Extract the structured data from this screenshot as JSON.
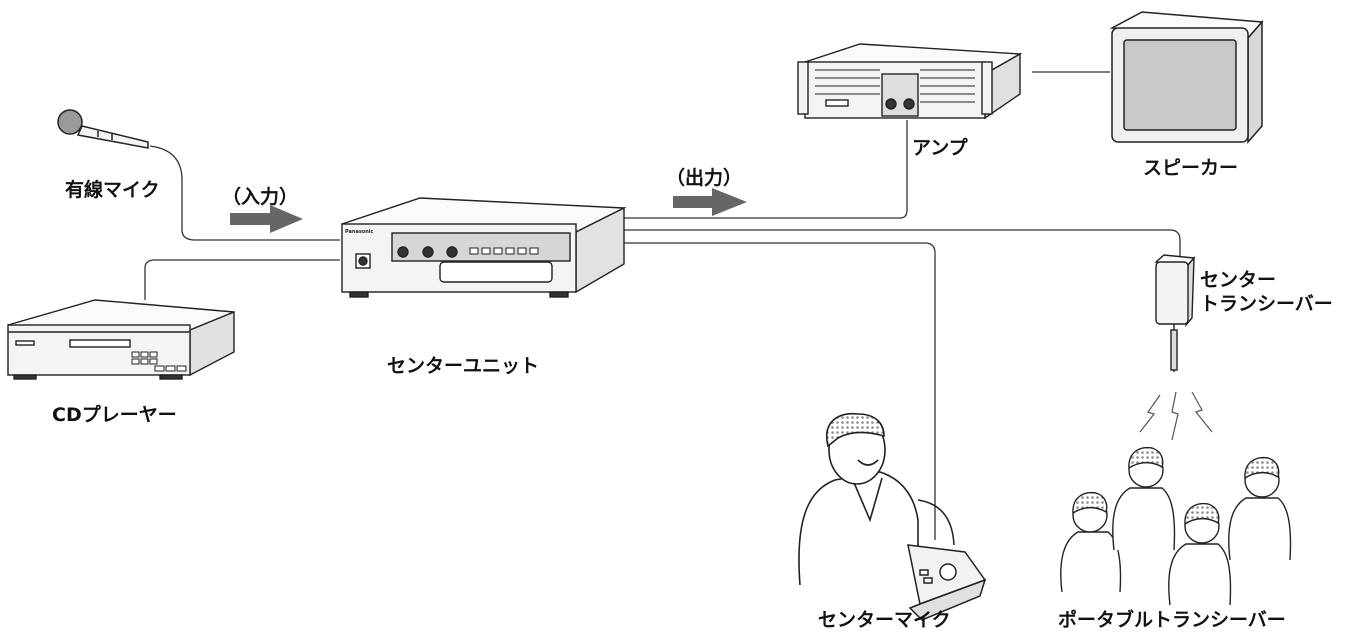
{
  "labels": {
    "wired_mic": "有線マイク",
    "input": "（入力）",
    "output": "（出力）",
    "amp": "アンプ",
    "speaker": "スピーカー",
    "center_unit": "センターユニット",
    "cd_player": "CDプレーヤー",
    "center_transceiver_line1": "センター",
    "center_transceiver_line2": "トランシーバー",
    "center_mic": "センターマイク",
    "portable_transceiver": "ポータブルトランシーバー"
  },
  "device_text": {
    "brand": "Panasonic"
  },
  "colors": {
    "line": "#333333",
    "arrow": "#666666",
    "dots": "#9a9a9a",
    "device_fill": "#f4f4f4",
    "panel_fill": "#d6d6d6"
  }
}
